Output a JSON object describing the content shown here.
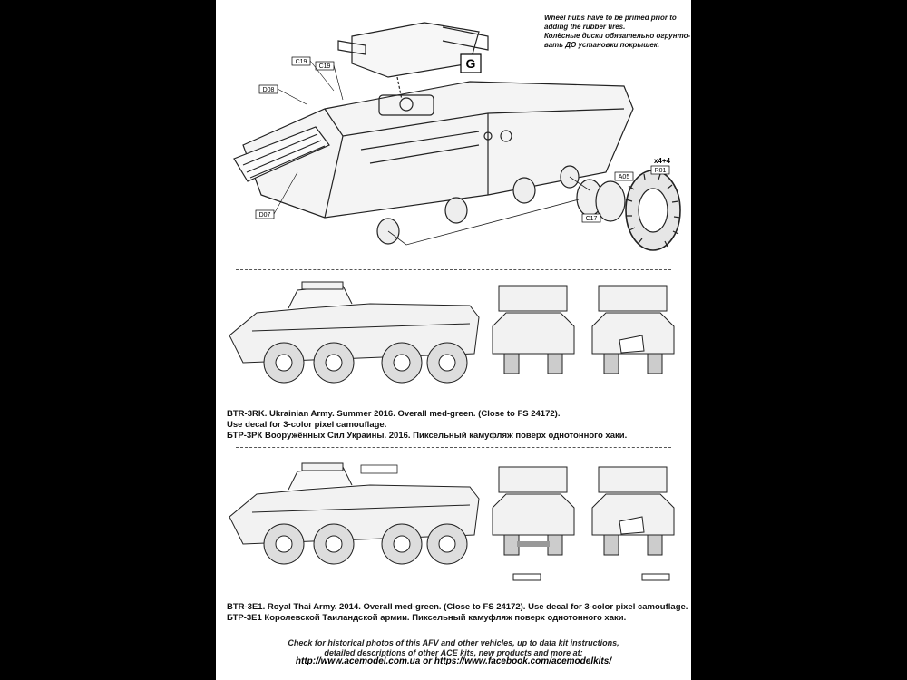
{
  "note": {
    "line1": "Wheel hubs have to be primed prior to",
    "line2": "adding the rubber tires.",
    "line3": "Колёсные диски обязательно огрунто-",
    "line4": "вать ДО установки покрышек."
  },
  "assembly": {
    "step_badge": "G",
    "quantity": "x4+4",
    "parts": [
      "C19",
      "C19",
      "D08",
      "D07",
      "A05",
      "R01",
      "C17"
    ]
  },
  "scheme1": {
    "caption_line1": "BTR-3RK. Ukrainian Army. Summer 2016. Overall med-green. (Close to FS 24172).",
    "caption_line2": "Use decal for 3-color pixel camouflage.",
    "caption_line3": "БТР-3РК Вооружённых Сил Украины. 2016. Пиксельный камуфляж поверх однотонного хаки."
  },
  "scheme2": {
    "caption_line1": "BTR-3E1. Royal Thai Army. 2014. Overall med-green. (Close to FS 24172). Use decal for 3-color pixel camouflage.",
    "caption_line2": "БТР-3Е1 Королевской Таиландской армии. Пиксельный камуфляж поверх однотонного хаки."
  },
  "footer": {
    "line1": "Check for historical photos of this AFV and  other vehicles, up to data kit instructions,",
    "line2": "detailed descriptions of other ACE kits, new products and more at:",
    "line3": "http://www.acemodel.com.ua or https://www.facebook.com/acemodelkits/"
  }
}
